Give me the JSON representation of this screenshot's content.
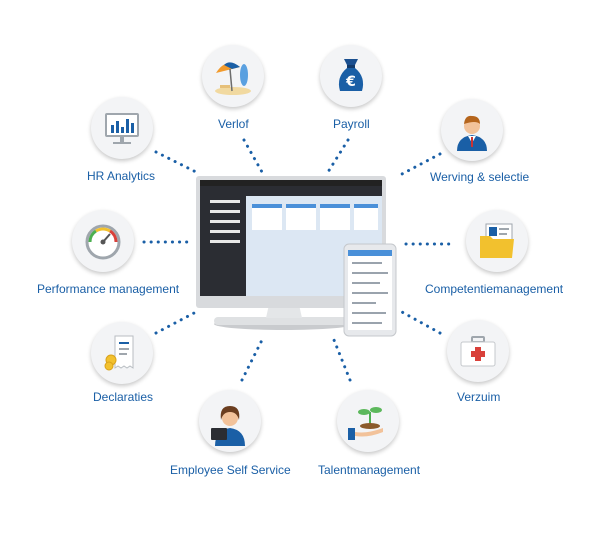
{
  "modules": {
    "hr_analytics": {
      "label": "HR Analytics",
      "icon": "bar-chart-monitor-icon"
    },
    "verlof": {
      "label": "Verlof",
      "icon": "beach-umbrella-icon"
    },
    "payroll": {
      "label": "Payroll",
      "icon": "euro-money-bag-icon"
    },
    "werving": {
      "label": "Werving & selectie",
      "icon": "business-person-icon"
    },
    "performance": {
      "label": "Performance management",
      "icon": "gauge-icon"
    },
    "competentie": {
      "label": "Competentiemanagement",
      "icon": "folder-profile-icon"
    },
    "declaraties": {
      "label": "Declaraties",
      "icon": "receipt-coins-icon"
    },
    "verzuim": {
      "label": "Verzuim",
      "icon": "first-aid-kit-icon"
    },
    "ess": {
      "label": "Employee Self Service",
      "icon": "employee-tablet-icon"
    },
    "talent": {
      "label": "Talentmanagement",
      "icon": "plant-hand-icon"
    }
  },
  "colors": {
    "label_blue": "#1a5fa6",
    "dot_blue": "#1a5fa6",
    "monitor_frame": "#d8dadd",
    "screen_dark": "#2b2d33",
    "screen_bg": "#dce7f3",
    "accent_blue": "#4a90d9"
  }
}
